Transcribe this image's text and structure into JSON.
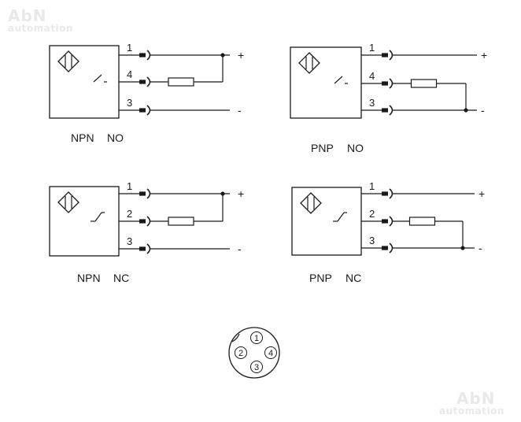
{
  "watermark": {
    "brand": "AbN",
    "sub": "automation"
  },
  "circuits": [
    {
      "type_label": "NPN",
      "contact_label": "NO",
      "pins": [
        "1",
        "4",
        "3"
      ],
      "rails": {
        "top": "+",
        "bottom": "-"
      }
    },
    {
      "type_label": "PNP",
      "contact_label": "NO",
      "pins": [
        "1",
        "4",
        "3"
      ],
      "rails": {
        "top": "+",
        "bottom": "-"
      }
    },
    {
      "type_label": "NPN",
      "contact_label": "NC",
      "pins": [
        "1",
        "2",
        "3"
      ],
      "rails": {
        "top": "+",
        "bottom": "-"
      }
    },
    {
      "type_label": "PNP",
      "contact_label": "NC",
      "pins": [
        "1",
        "2",
        "3"
      ],
      "rails": {
        "top": "+",
        "bottom": "-"
      }
    }
  ],
  "connector": {
    "pins": [
      "1",
      "2",
      "3",
      "4"
    ]
  },
  "colors": {
    "line": "#1a1a1a",
    "watermark": "#e9e9e9"
  }
}
